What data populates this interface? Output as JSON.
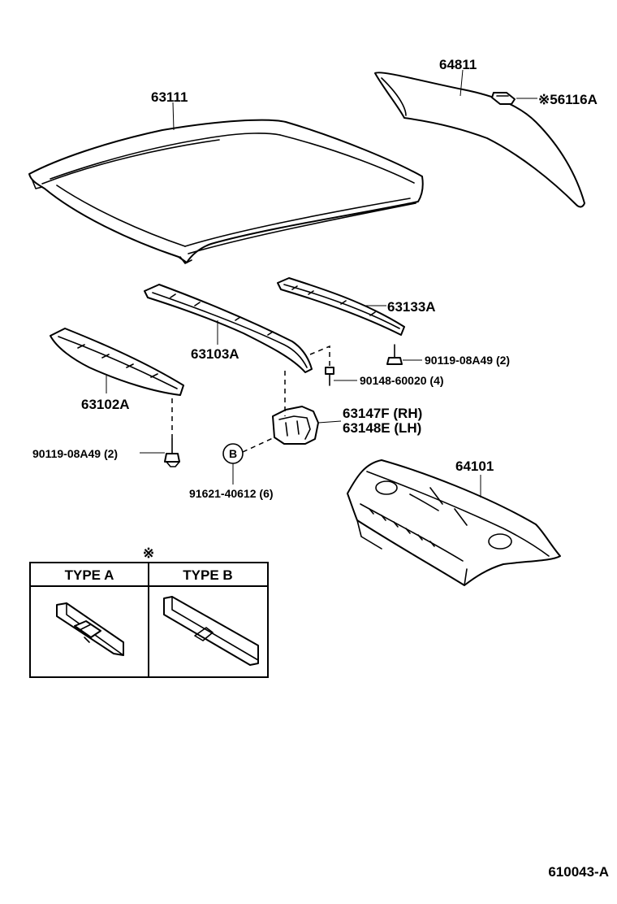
{
  "parts": {
    "roof_panel": "63111",
    "back_window_glass": "64811",
    "clip_marked": "※56116A",
    "roof_bow_rear": "63133A",
    "roof_bow_center": "63103A",
    "roof_bow_front": "63102A",
    "bolt_upper_right": "90119-08A49 (2)",
    "bolt_center": "90148-60020 (4)",
    "bracket_rh": "63147F (RH)",
    "bracket_lh": "63148E (LH)",
    "bolt_left": "90119-08A49 (2)",
    "circle_b": "B",
    "clip_b": "91621-40612 (6)",
    "package_tray": "64101"
  },
  "inset": {
    "mark": "※",
    "type_a": "TYPE A",
    "type_b": "TYPE B"
  },
  "footer": {
    "code": "610043-A"
  }
}
